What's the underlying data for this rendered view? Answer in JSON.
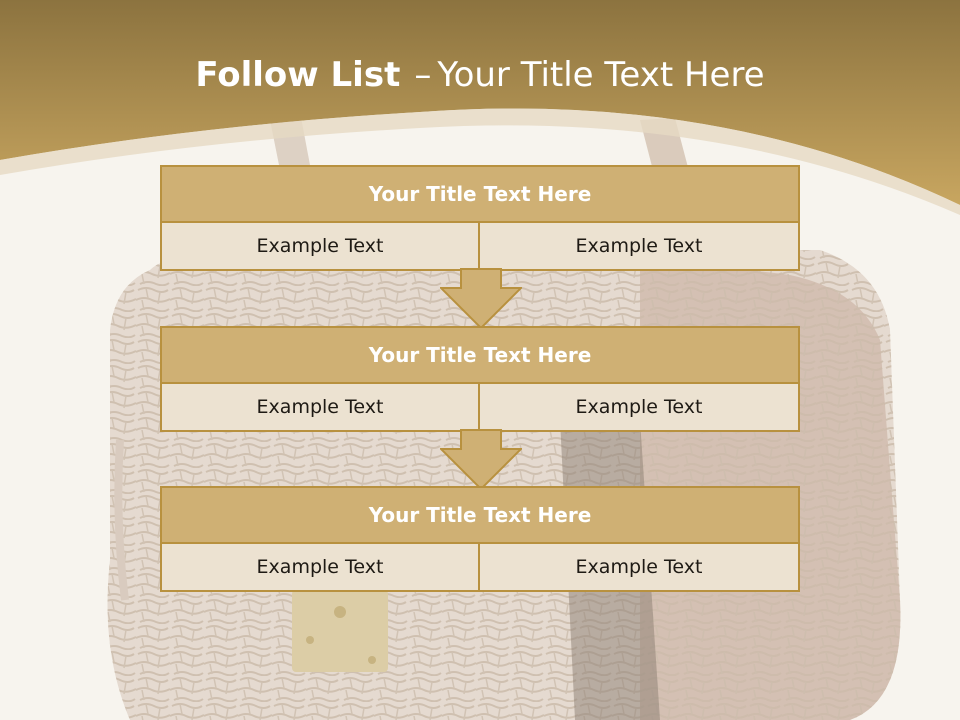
{
  "slide": {
    "title_bold": "Follow List",
    "title_dash": "–",
    "title_rest": "Your Title Text Here"
  },
  "rows": [
    {
      "title": "Your Title Text Here",
      "left": "Example Text",
      "right": "Example Text"
    },
    {
      "title": "Your Title Text Here",
      "left": "Example Text",
      "right": "Example Text"
    },
    {
      "title": "Your Title Text Here",
      "left": "Example Text",
      "right": "Example Text"
    }
  ],
  "colors": {
    "header_gold": "#b8955a",
    "title_bar": "#cfb074",
    "cell_fill": "#ece2d1",
    "border": "#b8913f"
  }
}
